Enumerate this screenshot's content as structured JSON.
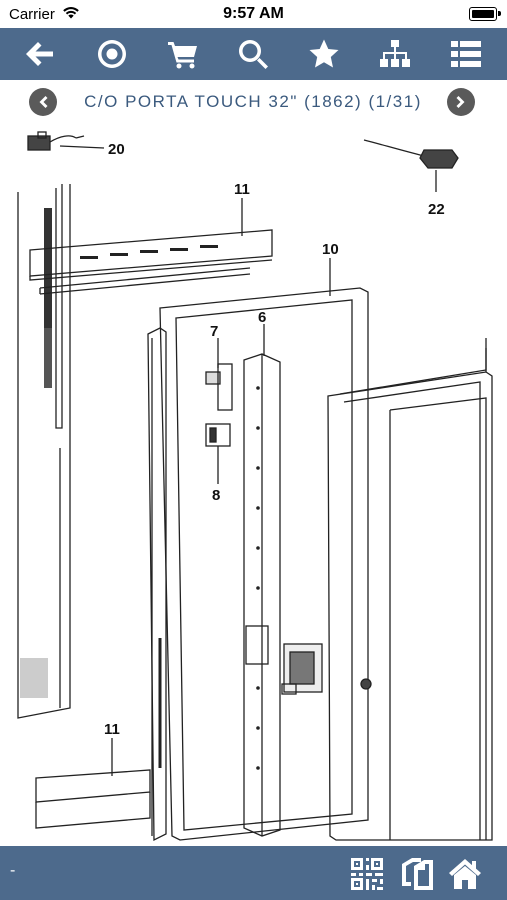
{
  "status": {
    "carrier": "Carrier",
    "time": "9:57 AM"
  },
  "toolbar": {
    "icons": [
      "back-arrow-icon",
      "target-icon",
      "cart-icon",
      "search-icon",
      "star-icon",
      "sitemap-icon",
      "list-icon"
    ]
  },
  "breadcrumb": {
    "title": "C/O PORTA TOUCH 32\" (1862) (1/31)"
  },
  "drawing": {
    "callouts": {
      "c20": "20",
      "c22": "22",
      "c11a": "11",
      "c10": "10",
      "c7": "7",
      "c6": "6",
      "c8": "8",
      "c11b": "11"
    }
  },
  "bottom": {
    "left_text": "-"
  },
  "colors": {
    "bar": "#4d6a8c",
    "title": "#3b5a7e",
    "nav": "#5a5a5a"
  }
}
